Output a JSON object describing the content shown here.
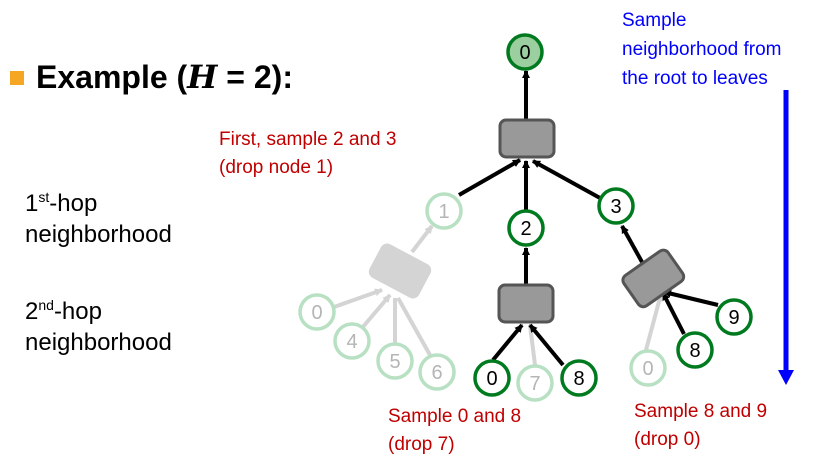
{
  "title": {
    "prefix": "Example (",
    "var": "H",
    "suffix": " = 2):"
  },
  "hops": [
    {
      "num": "1",
      "sup": "st",
      "line1": "-hop",
      "line2": "neighborhood"
    },
    {
      "num": "2",
      "sup": "nd",
      "line1": "-hop",
      "line2": "neighborhood"
    }
  ],
  "annotations": {
    "first_1": "First, sample 2 and 3",
    "first_2": "(drop node 1)",
    "mid_1": "Sample 0 and 8",
    "mid_2": "(drop 7)",
    "right_1": "Sample 8 and 9",
    "right_2": "(drop 0)",
    "dir_1": "Sample",
    "dir_2": "neighborhood from",
    "dir_3": "the root to leaves"
  },
  "nodes": {
    "root": "0",
    "n1": "1",
    "n2": "2",
    "n3": "3",
    "g0": "0",
    "g4": "4",
    "g5": "5",
    "g6": "6",
    "m0": "0",
    "m7": "7",
    "m8": "8",
    "r0": "0",
    "r8": "8",
    "r9": "9"
  },
  "colors": {
    "green": "#007a1e",
    "fade": "#b8e0c2",
    "red": "#c00000",
    "blue": "#0000ff",
    "box": "#999999"
  }
}
